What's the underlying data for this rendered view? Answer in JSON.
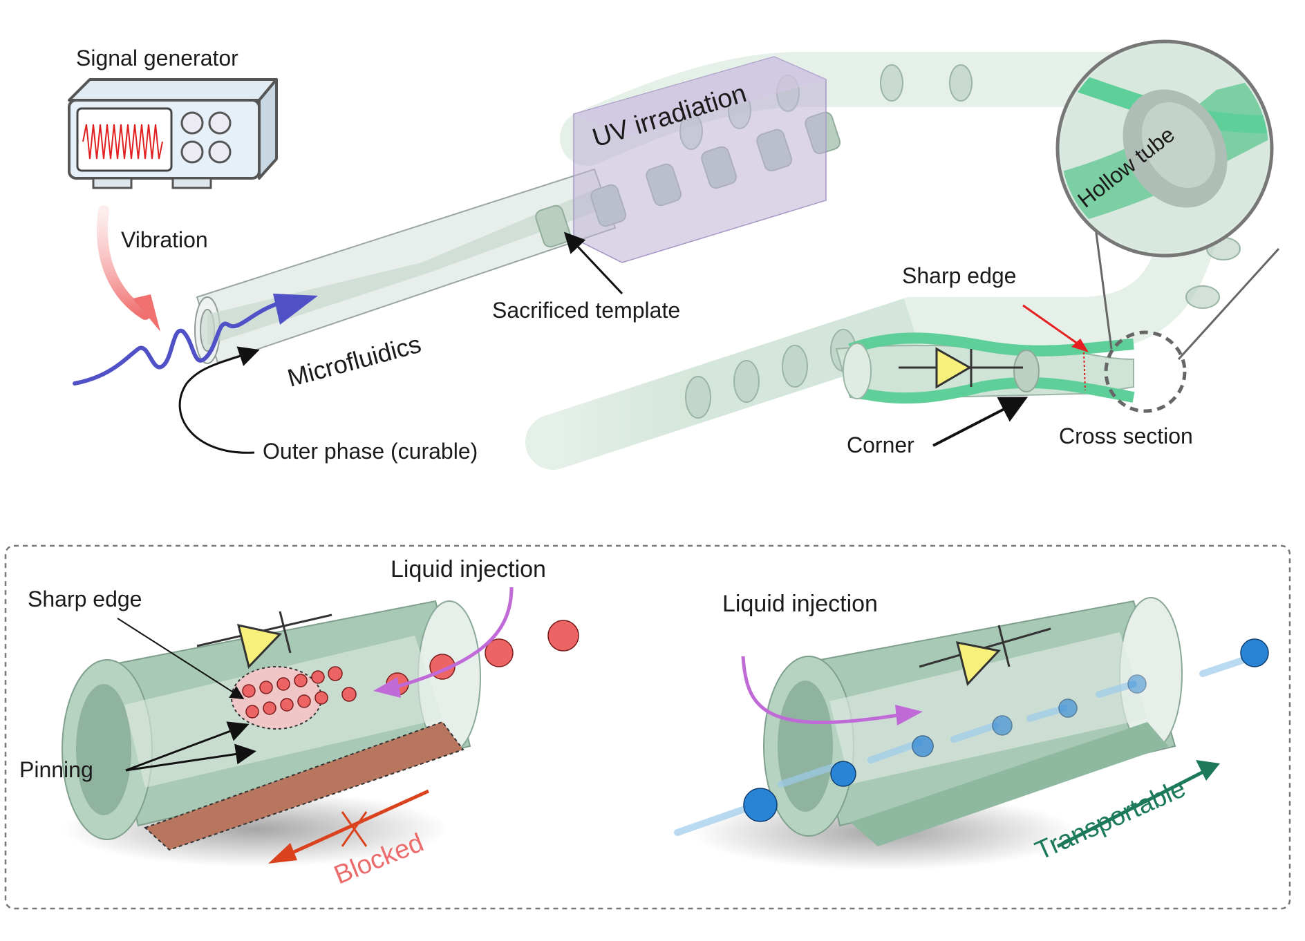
{
  "colors": {
    "tube_green": "#a8cbb6",
    "tube_green_dark": "#8fb8a0",
    "accent_green": "#66d2a0",
    "uv_box": "#bfb3d6",
    "blue_flow": "#5151c7",
    "vibration_arrow": "#f08080",
    "red_arrow": "#e62020",
    "blocked": "#d9421c",
    "transport": "#1c7a5a",
    "droplet_red": "#ec6464",
    "droplet_blue": "#2a84d6",
    "injection_purple": "#c06ad8",
    "diode_yellow": "#f7f07a"
  },
  "top": {
    "signal_generator": "Signal  generator",
    "vibration": "Vibration",
    "uv_irradiation": "UV irradiation",
    "microfluidics": "Microfluidics",
    "sacrificed_template": "Sacrificed template",
    "outer_phase": "Outer phase (curable)",
    "sharp_edge": "Sharp edge",
    "corner": "Corner",
    "cross_section": "Cross section",
    "hollow_tube": "Hollow tube"
  },
  "bottom_left": {
    "liquid_injection": "Liquid injection",
    "sharp_edge": "Sharp edge",
    "pinning": "Pinning",
    "blocked": "Blocked"
  },
  "bottom_right": {
    "liquid_injection": "Liquid injection",
    "transportable": "Transportable"
  },
  "icons": [
    "signal-generator-icon",
    "diode-symbol-icon",
    "droplet-character-icon",
    "cross-mark-icon"
  ]
}
